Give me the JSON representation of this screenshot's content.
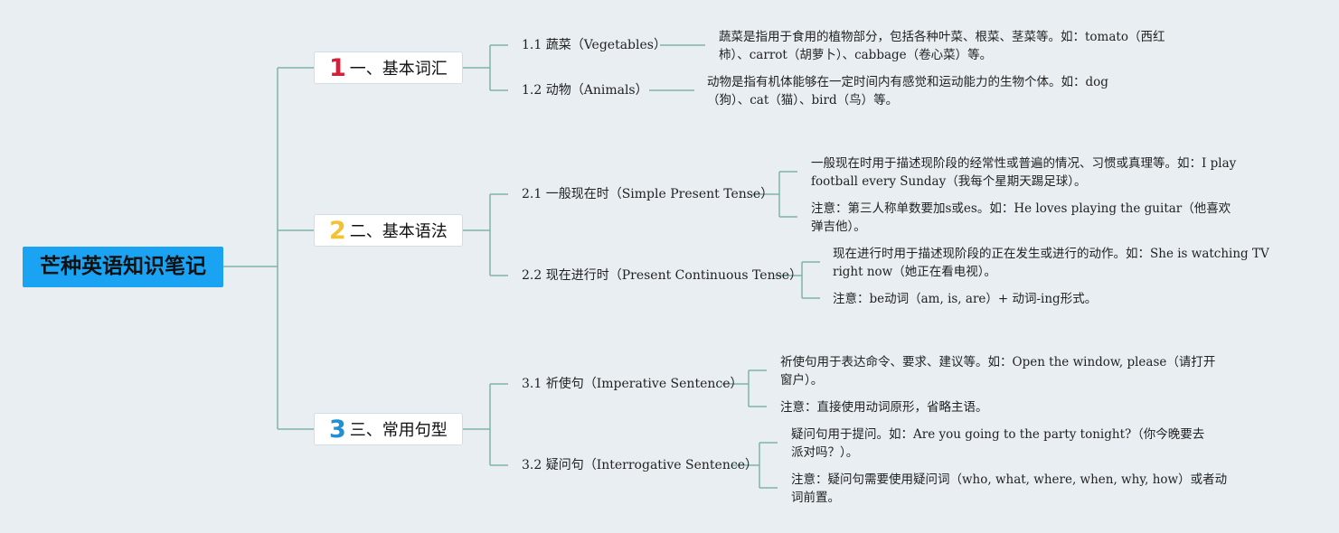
{
  "root": {
    "label": "芒种英语知识笔记",
    "color": "#1aa3f2"
  },
  "sections": [
    {
      "number": "1",
      "number_color": "#d4213b",
      "title": "一、基本词汇",
      "subs": [
        {
          "label": "1.1 蔬菜（Vegetables）",
          "notes": [
            "蔬菜是指用于食用的植物部分，包括各种叶菜、根菜、茎菜等。如：tomato（西红柿）、carrot（胡萝卜）、cabbage（卷心菜）等。"
          ]
        },
        {
          "label": "1.2 动物（Animals）",
          "notes": [
            "动物是指有机体能够在一定时间内有感觉和运动能力的生物个体。如：dog（狗）、cat（猫）、bird（鸟）等。"
          ]
        }
      ]
    },
    {
      "number": "2",
      "number_color": "#f2c233",
      "title": "二、基本语法",
      "subs": [
        {
          "label": "2.1 一般现在时（Simple Present Tense）",
          "notes": [
            "一般现在时用于描述现阶段的经常性或普遍的情况、习惯或真理等。如：I play football every Sunday（我每个星期天踢足球）。",
            "注意：第三人称单数要加s或es。如：He loves playing the guitar（他喜欢弹吉他）。"
          ]
        },
        {
          "label": "2.2 现在进行时（Present Continuous Tense）",
          "notes": [
            "现在进行时用于描述现阶段的正在发生或进行的动作。如：She is watching TV right now（她正在看电视）。",
            "注意：be动词（am, is, are）+ 动词-ing形式。"
          ]
        }
      ]
    },
    {
      "number": "3",
      "number_color": "#1f8fd6",
      "title": "三、常用句型",
      "subs": [
        {
          "label": "3.1 祈使句（Imperative Sentence）",
          "notes": [
            "祈使句用于表达命令、要求、建议等。如：Open the window, please（请打开窗户）。",
            "注意：直接使用动词原形，省略主语。"
          ]
        },
        {
          "label": "3.2 疑问句（Interrogative Sentence）",
          "notes": [
            "疑问句用于提问。如：Are you going to the party tonight?（你今晚要去派对吗？）。",
            "注意：疑问句需要使用疑问词（who, what, where, when, why, how）或者动词前置。"
          ]
        }
      ]
    }
  ],
  "colors": {
    "line": "#7fb3aa",
    "background": "#e8eef2"
  }
}
